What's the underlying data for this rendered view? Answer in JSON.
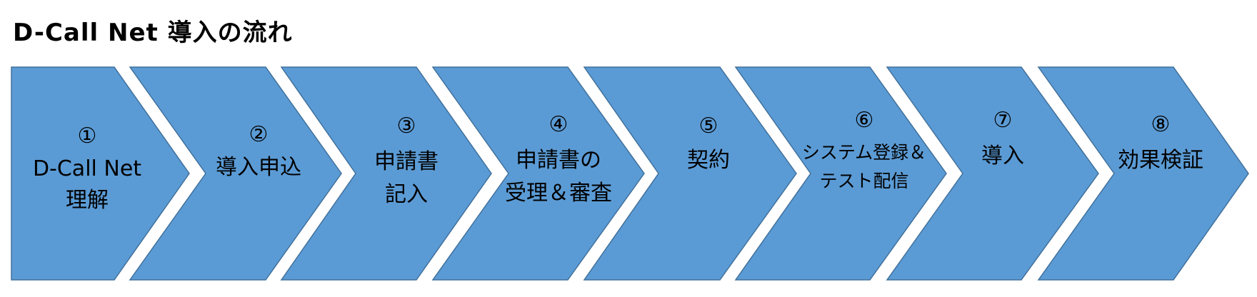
{
  "title": "D-Call Net 導入の流れ",
  "colors": {
    "arrow_fill": "#5b9bd5",
    "arrow_stroke": "#41719c",
    "text": "#000000"
  },
  "steps": [
    {
      "number": "①",
      "lines": [
        "D-Call Net",
        "理解"
      ]
    },
    {
      "number": "②",
      "lines": [
        "導入申込"
      ]
    },
    {
      "number": "③",
      "lines": [
        "申請書",
        "記入"
      ]
    },
    {
      "number": "④",
      "lines": [
        "申請書の",
        "受理＆審査"
      ]
    },
    {
      "number": "⑤",
      "lines": [
        "契約"
      ]
    },
    {
      "number": "⑥",
      "lines": [
        "システム登録＆",
        "テスト配信"
      ]
    },
    {
      "number": "⑦",
      "lines": [
        "導入"
      ]
    },
    {
      "number": "⑧",
      "lines": [
        "効果検証"
      ]
    }
  ]
}
